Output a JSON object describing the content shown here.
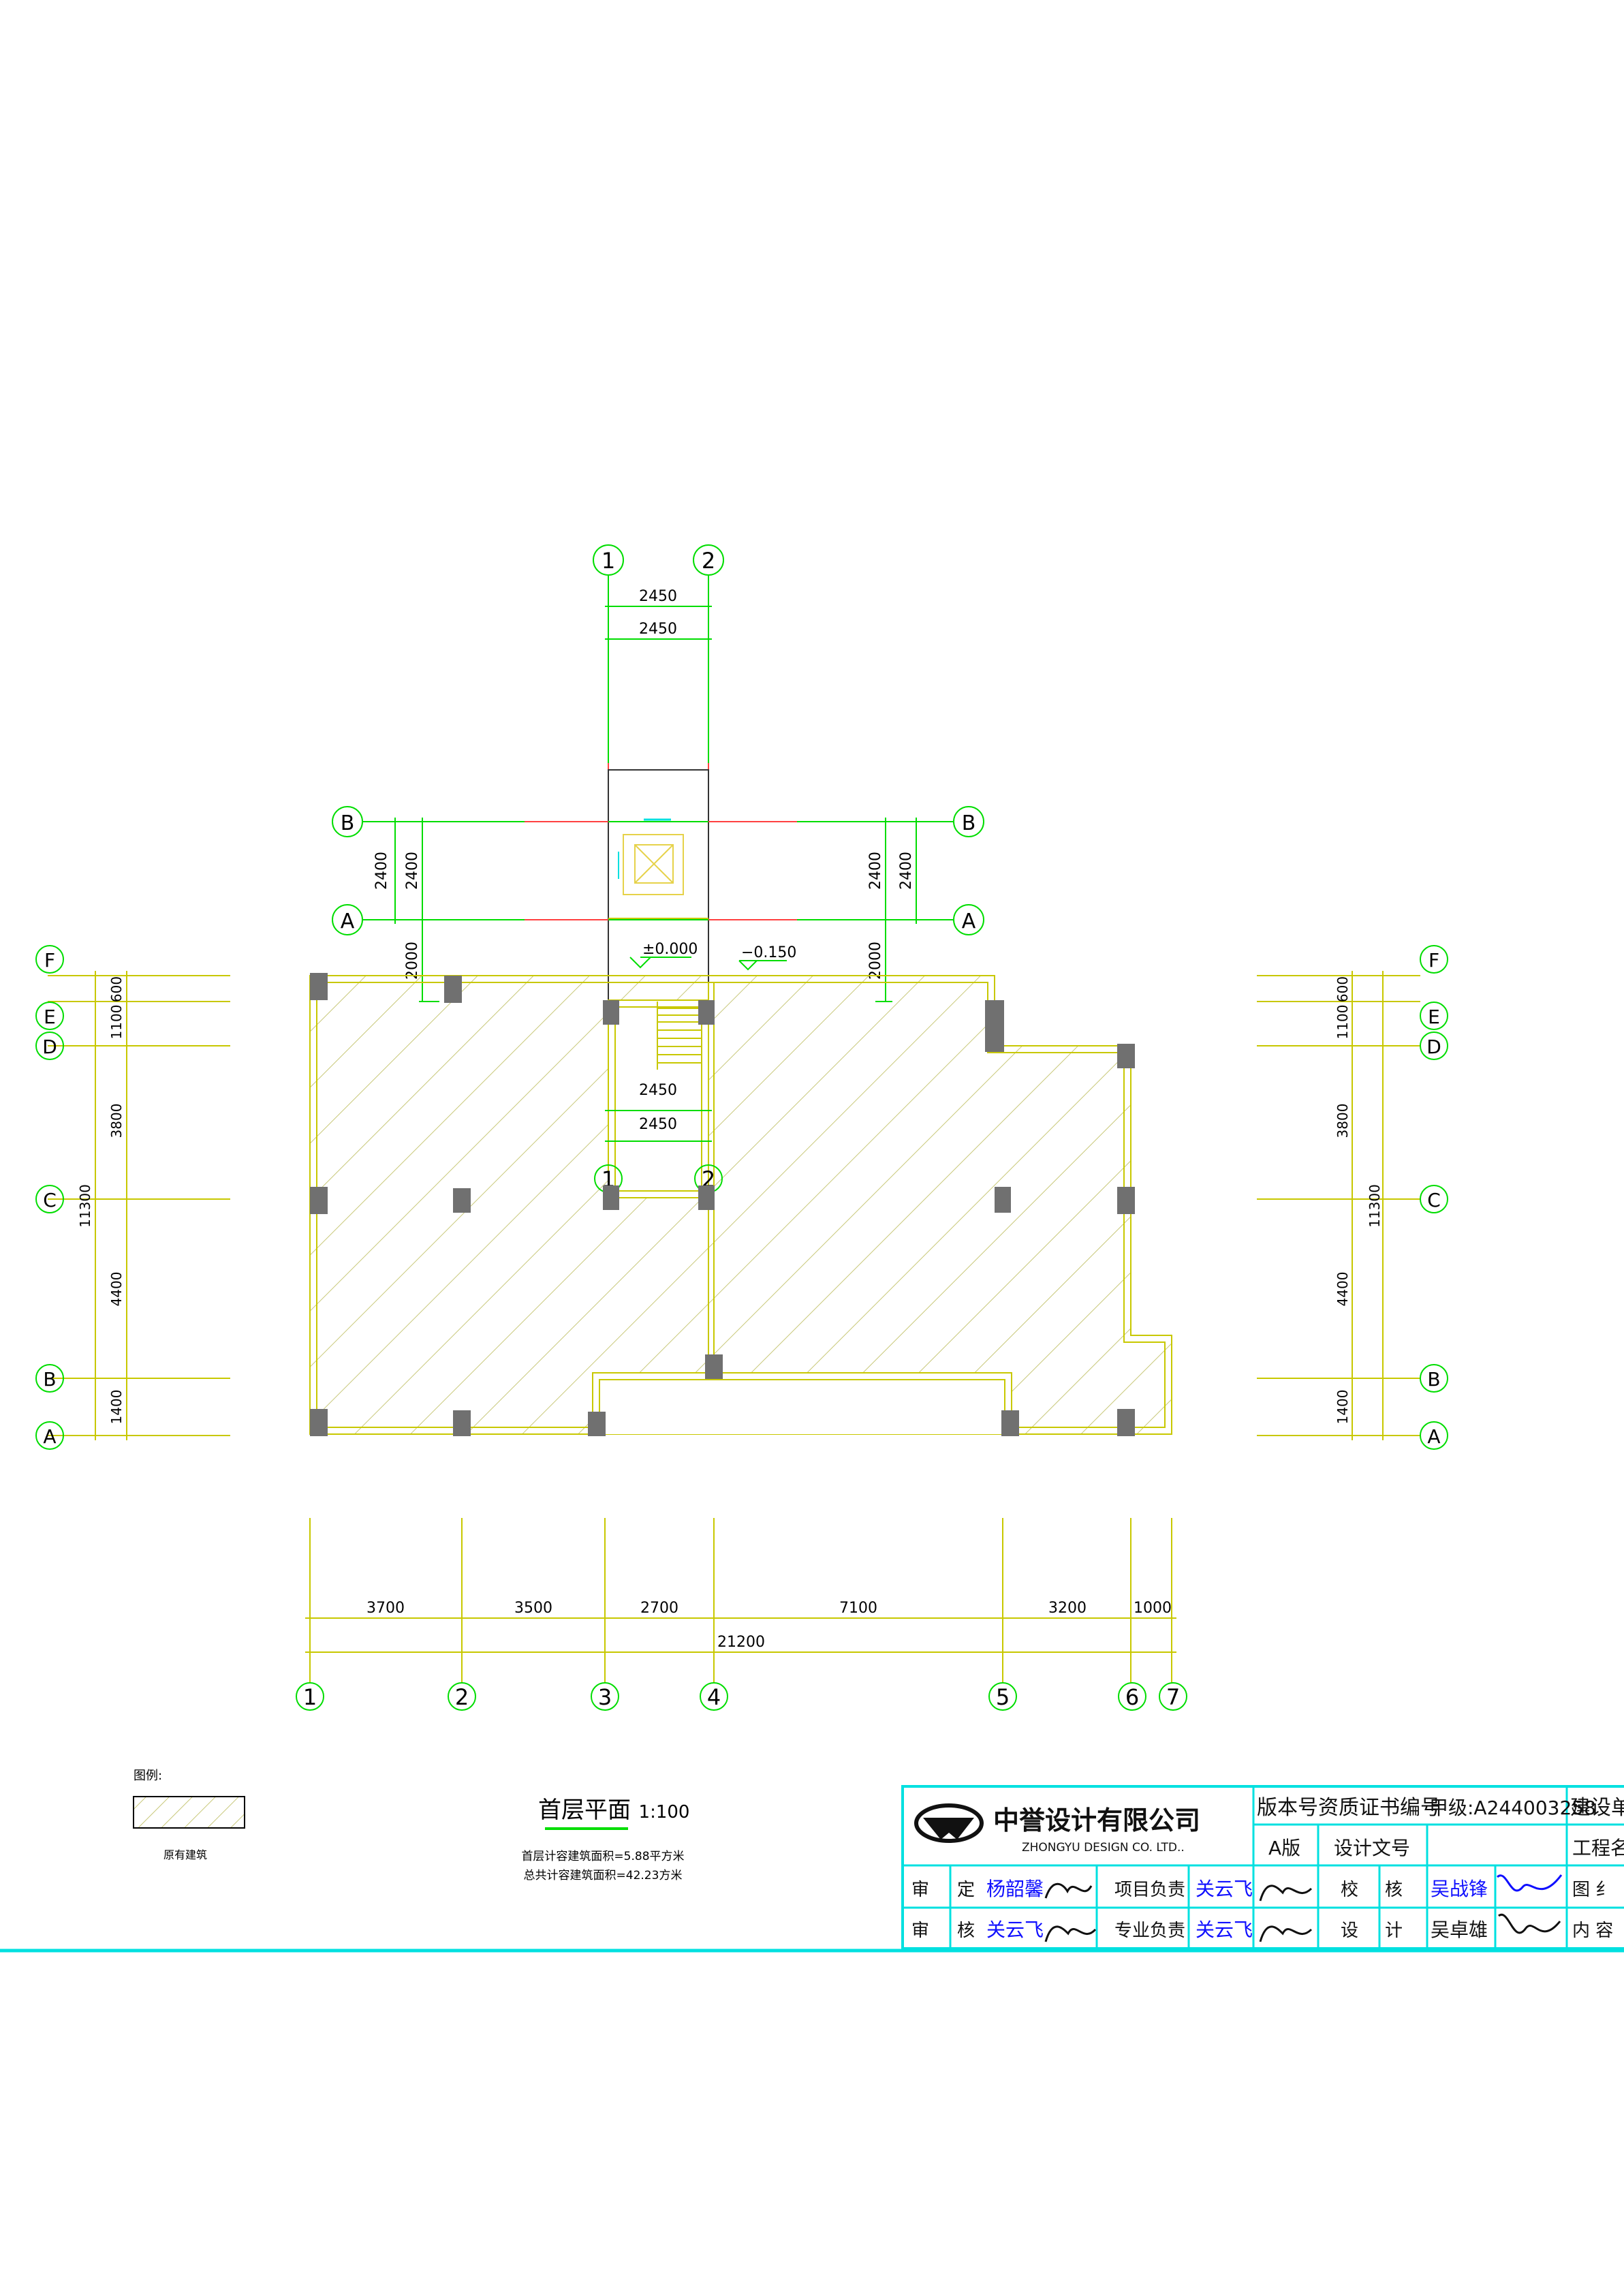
{
  "top_grid": {
    "axis_1": "1",
    "axis_2": "2",
    "dim_outer": "2450",
    "dim_inner": "2450"
  },
  "side_grid": {
    "axis_B": "B",
    "axis_A": "A",
    "dim_1": "2400",
    "dim_2": "2400",
    "dim_below": "2000"
  },
  "elevations": {
    "ground": "±0.000",
    "lower": "−0.150"
  },
  "stair": {
    "dim_1": "2450",
    "dim_2": "2450",
    "axis_1": "1",
    "axis_2": "2"
  },
  "row_axes": {
    "F": "F",
    "E": "E",
    "D": "D",
    "C": "C",
    "B": "B",
    "A": "A"
  },
  "row_dims": {
    "d_600": "600",
    "d_1100": "1100",
    "d_3800": "3800",
    "d_4400": "4400",
    "d_1400": "1400",
    "total": "11300"
  },
  "col_axes": {
    "c1": "1",
    "c2": "2",
    "c3": "3",
    "c4": "4",
    "c5": "5",
    "c6": "6",
    "c7": "7"
  },
  "col_dims": {
    "d1": "3700",
    "d2": "3500",
    "d3": "2700",
    "d4": "7100",
    "d5": "3200",
    "d6": "1000",
    "total": "21200"
  },
  "legend": {
    "title": "图例:",
    "label": "原有建筑"
  },
  "drawing_title": {
    "name": "首层平面",
    "scale": "1:100",
    "area_line_1": "首层计容建筑面积=5.88平方米",
    "area_line_2": "总共计容建筑面积=42.23方米"
  },
  "title_block": {
    "company_cn": "中誉设计有限公司",
    "company_en": "ZHONGYU DESIGN CO. LTD..",
    "version_label": "版本号",
    "version_value": "A版",
    "cert_label": "资质证书编号",
    "cert_value": "甲级:A244003258",
    "client_label": "建设单",
    "design_doc_label": "设计文号",
    "project_label": "工程名",
    "row1": {
      "approve_label_a": "审",
      "approve_label_b": "定",
      "approver": "杨韶馨",
      "proj_lead_label": "项目负责",
      "proj_lead": "关云飞",
      "check_label_a": "校",
      "check_label_b": "核",
      "checker": "吴战锋",
      "drawing_label": "图 纟"
    },
    "row2": {
      "review_label_a": "审",
      "review_label_b": "核",
      "reviewer": "关云飞",
      "spec_lead_label": "专业负责",
      "spec_lead": "关云飞",
      "design_label_a": "设",
      "design_label_b": "计",
      "designer": "吴卓雄",
      "content_label": "内 容"
    }
  },
  "colors": {
    "grid": "#00dd00",
    "dim": "#c8c800",
    "hatch": "#c8c87a",
    "column": "#707070",
    "cyan": "#00e0e0",
    "blue_text": "#1010ff",
    "red": "#ff4040"
  }
}
